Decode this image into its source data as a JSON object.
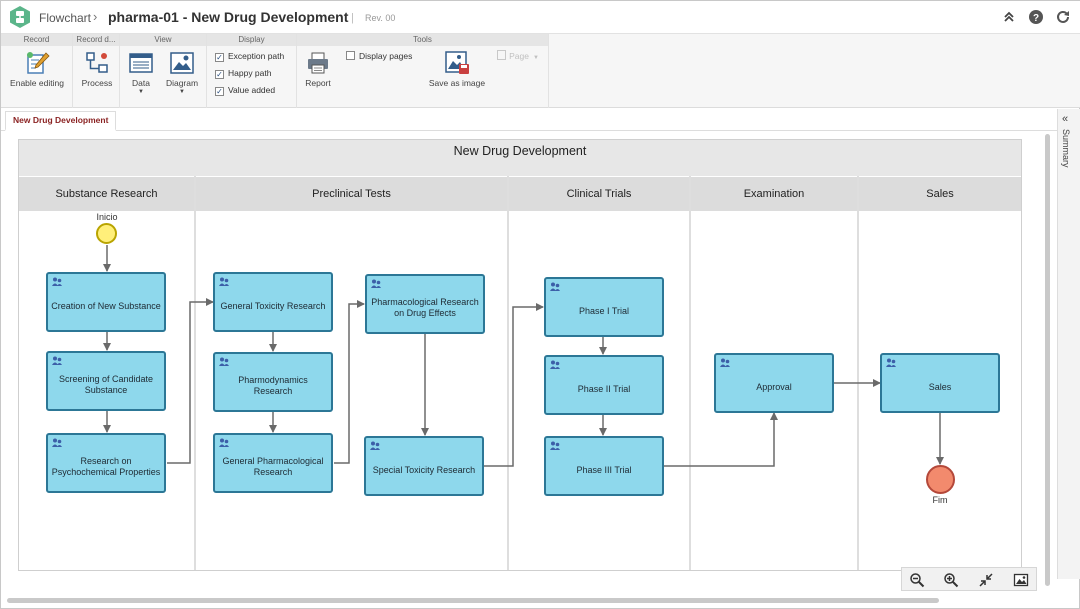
{
  "header": {
    "breadcrumb": "Flowchart",
    "breadcrumb_separator": "›",
    "title": "pharma-01 - New Drug Development",
    "title_separator": "|",
    "revision": "Rev. 00"
  },
  "ribbon": {
    "groups": {
      "record": "Record",
      "record_data": "Record d...",
      "view": "View",
      "display": "Display",
      "tools": "Tools"
    },
    "buttons": {
      "enable_editing": "Enable editing",
      "process": "Process",
      "data": "Data",
      "diagram": "Diagram",
      "report": "Report",
      "save_as_image": "Save as image",
      "page": "Page"
    },
    "display_options": {
      "exception_path": "Exception path",
      "happy_path": "Happy path",
      "value_added": "Value added",
      "display_pages": "Display pages"
    },
    "checked": {
      "exception_path": true,
      "happy_path": true,
      "value_added": true,
      "display_pages": false
    }
  },
  "tabs": {
    "active": "New Drug Development"
  },
  "side_panel": {
    "label": "Summary",
    "collapse_glyph": "«"
  },
  "diagram": {
    "title": "New Drug Development",
    "lanes": {
      "substance_research": "Substance Research",
      "preclinical_tests": "Preclinical Tests",
      "clinical_trials": "Clinical Trials",
      "examination": "Examination",
      "sales": "Sales"
    },
    "events": {
      "start": "Inicio",
      "end": "Fim"
    },
    "tasks": {
      "creation_new_substance": "Creation of New Substance",
      "screening_candidate": "Screening of Candidate Substance",
      "research_psychochemical": "Research on Psychochemical Properties",
      "general_toxicity": "General Toxicity Research",
      "pharmodynamics": "Pharmodynamics Research",
      "general_pharmacological": "General Pharmacological Research",
      "pharmacological_drug_effects": "Pharmacological Research on Drug Effects",
      "special_toxicity": "Special Toxicity Research",
      "phase_1": "Phase I Trial",
      "phase_2": "Phase II Trial",
      "phase_3": "Phase III Trial",
      "approval": "Approval",
      "sales": "Sales"
    }
  },
  "colors": {
    "task_fill": "#8ed8ec",
    "task_border": "#2c7796",
    "start_event": "#ffef7a",
    "end_event": "#f28a6d",
    "connector": "#6a6a6a",
    "tab_text": "#8b2323"
  }
}
